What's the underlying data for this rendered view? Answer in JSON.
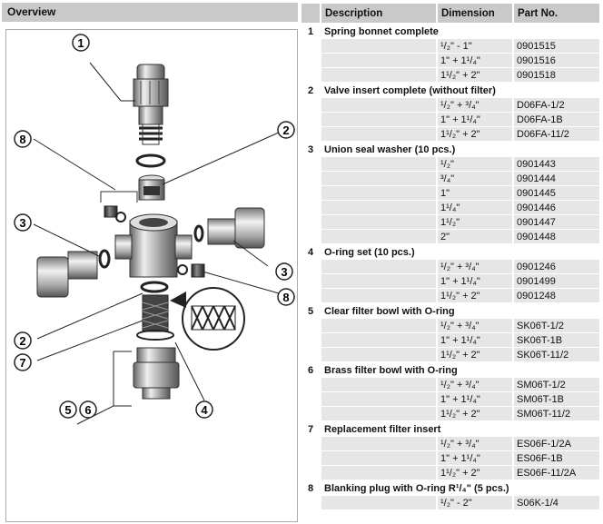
{
  "overview": {
    "title": "Overview"
  },
  "table": {
    "headers": [
      "Description",
      "Dimension",
      "Part No."
    ],
    "groups": [
      {
        "num": "1",
        "title": "Spring bonnet complete",
        "items": [
          {
            "dim": "¹/₂\" - 1\"",
            "part": "0901515"
          },
          {
            "dim": "1\" + 1¹/₄\"",
            "part": "0901516"
          },
          {
            "dim": "1¹/₂\" + 2\"",
            "part": "0901518"
          }
        ]
      },
      {
        "num": "2",
        "title": "Valve insert complete (without filter)",
        "items": [
          {
            "dim": "¹/₂\" + ³/₄\"",
            "part": "D06FA-1/2"
          },
          {
            "dim": "1\" + 1¹/₄\"",
            "part": "D06FA-1B"
          },
          {
            "dim": "1¹/₂\" + 2\"",
            "part": "D06FA-11/2"
          }
        ]
      },
      {
        "num": "3",
        "title": "Union seal washer (10 pcs.)",
        "items": [
          {
            "dim": "¹/₂\"",
            "part": "0901443"
          },
          {
            "dim": "³/₄\"",
            "part": "0901444"
          },
          {
            "dim": "1\"",
            "part": "0901445"
          },
          {
            "dim": "1¹/₄\"",
            "part": "0901446"
          },
          {
            "dim": "1¹/₂\"",
            "part": "0901447"
          },
          {
            "dim": "2\"",
            "part": "0901448"
          }
        ]
      },
      {
        "num": "4",
        "title": "O-ring set (10 pcs.)",
        "items": [
          {
            "dim": "¹/₂\" + ³/₄\"",
            "part": "0901246"
          },
          {
            "dim": "1\" + 1¹/₄\"",
            "part": "0901499"
          },
          {
            "dim": "1¹/₂\" + 2\"",
            "part": "0901248"
          }
        ]
      },
      {
        "num": "5",
        "title": "Clear filter bowl with O-ring",
        "items": [
          {
            "dim": "¹/₂\" + ³/₄\"",
            "part": "SK06T-1/2"
          },
          {
            "dim": "1\" + 1¹/₄\"",
            "part": "SK06T-1B"
          },
          {
            "dim": "1¹/₂\" + 2\"",
            "part": "SK06T-11/2"
          }
        ]
      },
      {
        "num": "6",
        "title": "Brass filter bowl with O-ring",
        "items": [
          {
            "dim": "¹/₂\" + ³/₄\"",
            "part": "SM06T-1/2"
          },
          {
            "dim": "1\" + 1¹/₄\"",
            "part": "SM06T-1B"
          },
          {
            "dim": "1¹/₂\" + 2\"",
            "part": "SM06T-11/2"
          }
        ]
      },
      {
        "num": "7",
        "title": "Replacement filter insert",
        "items": [
          {
            "dim": "¹/₂\" + ³/₄\"",
            "part": "ES06F-1/2A"
          },
          {
            "dim": "1\" + 1¹/₄\"",
            "part": "ES06F-1B"
          },
          {
            "dim": "1¹/₂\" + 2\"",
            "part": "ES06F-11/2A"
          }
        ]
      },
      {
        "num": "8",
        "title": "Blanking plug with O-ring R¹/₄\" (5 pcs.)",
        "items": [
          {
            "dim": "¹/₂\" - 2\"",
            "part": "S06K-1/4"
          }
        ]
      }
    ]
  },
  "callouts": [
    "1",
    "2",
    "8",
    "3",
    "3",
    "8",
    "2",
    "7",
    "5",
    "6",
    "4"
  ]
}
